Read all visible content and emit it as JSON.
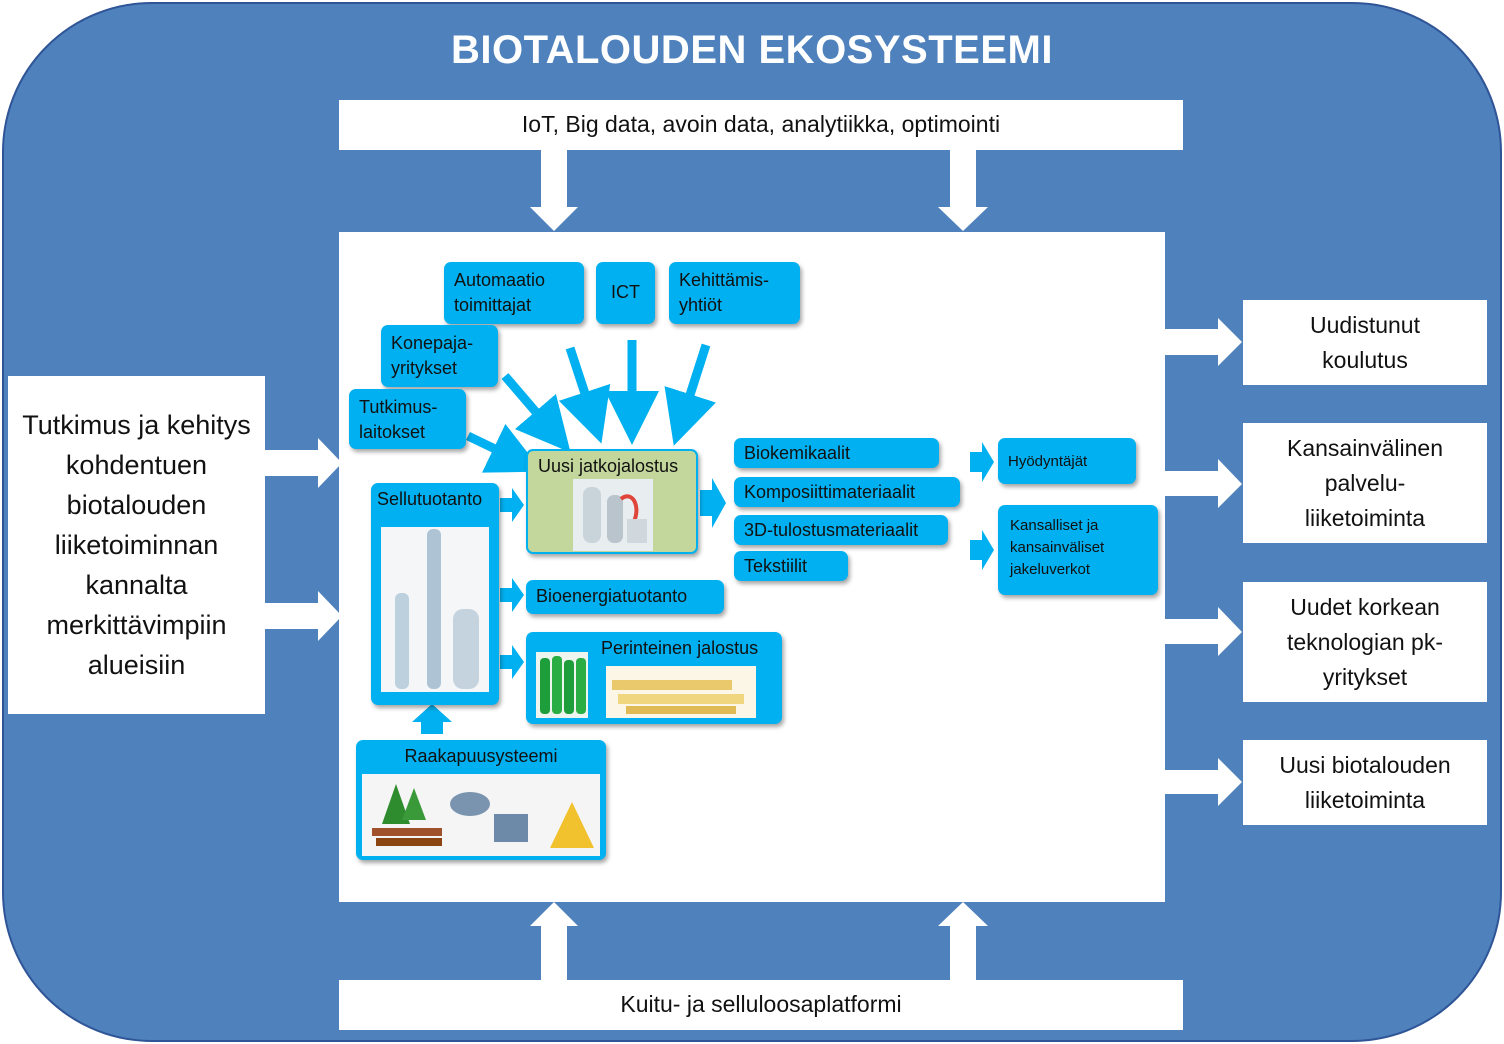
{
  "title": "BIOTALOUDEN EKOSYSTEEMI",
  "top_bar": "IoT, Big data, avoin data,  analytiikka, optimointi",
  "bottom_bar": "Kuitu- ja selluloosaplatformi",
  "left_box": "Tutkimus ja kehitys kohdentuen biotalouden liiketoiminnan kannalta merkittävimpiin alueisiin",
  "right_boxes": [
    "Uudistunut koulutus",
    "Kansainvälinen palvelu-liiketoiminta",
    "Uudet korkean teknologian pk-yritykset",
    "Uusi biotalouden liiketoiminta"
  ],
  "actors": {
    "automaatio": "Automaatio toimittajat",
    "ict": "ICT",
    "kehittamis": "Kehittämis-yhtiöt",
    "konepaja": "Konepaja-yritykset",
    "tutkimuslaitokset": "Tutkimus-laitokset"
  },
  "process": {
    "uusi_jatkojalostus": "Uusi jatkojalostus",
    "sellutuotanto": "Sellutuotanto",
    "bioenergiatuotanto": "Bioenergiatuotanto",
    "perinteinen_jalostus": "Perinteinen jalostus",
    "raakapuusysteemi": "Raakapuusysteemi"
  },
  "products": [
    "Biokemikaalit",
    "Komposiittimateriaalit",
    "3D-tulostusmateriaalit",
    "Tekstiilit"
  ],
  "users": {
    "hyodyntajat": "Hyödyntäjät",
    "jakeluverkot": "Kansalliset ja kansainväliset jakeluverkot"
  },
  "colors": {
    "frame": "#4f81bd",
    "box_blue": "#00b0f0",
    "box_green": "#c3d69b",
    "white": "#ffffff"
  }
}
